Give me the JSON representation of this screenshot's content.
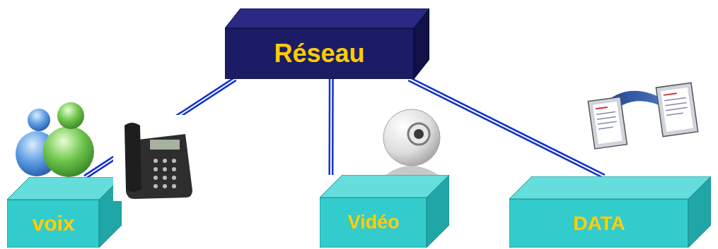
{
  "diagram": {
    "nodes": [
      {
        "text": [
          "Réseau"
        ]
      },
      {
        "text": [
          "voix"
        ]
      },
      {
        "text": [
          "Vidéo"
        ]
      },
      {
        "text": [
          "DATA"
        ]
      }
    ],
    "edges": [
      {
        "from": 0,
        "to": 1,
        "arrow": "none"
      },
      {
        "from": 0,
        "to": 2,
        "arrow": "none"
      },
      {
        "from": 0,
        "to": 3,
        "arrow": "none"
      }
    ]
  }
}
